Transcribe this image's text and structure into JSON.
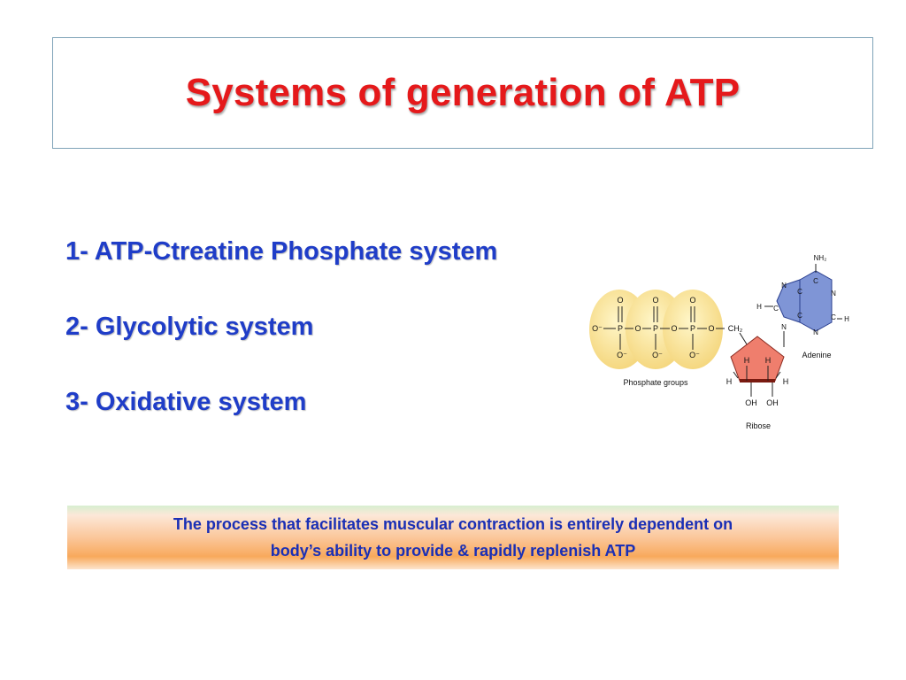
{
  "slide": {
    "title": "Systems of generation of ATP",
    "systems": [
      "1- ATP-Ctreatine Phosphate system",
      "2- Glycolytic system",
      "3- Oxidative system"
    ],
    "note_line1": "The process that facilitates muscular contraction is entirely dependent on",
    "note_line2": "body’s ability to provide & rapidly replenish ATP"
  },
  "diagram": {
    "phosphate_label": "Phosphate groups",
    "adenine_label": "Adenine",
    "ribose_label": "Ribose",
    "atoms": {
      "o": "O",
      "o_minus": "O⁻",
      "p": "P",
      "ch2": "CH₂",
      "nh2": "NH₂",
      "n": "N",
      "c": "C",
      "h": "H",
      "oh": "OH"
    },
    "colors": {
      "phosphate_fill": "#fbe79a",
      "adenine_fill": "#7f95d6",
      "ribose_fill": "#ef7e6d"
    }
  }
}
